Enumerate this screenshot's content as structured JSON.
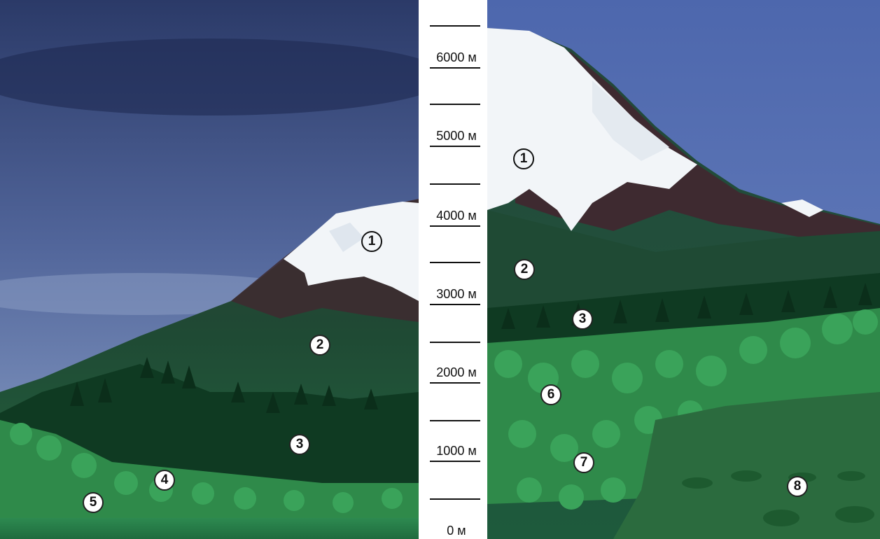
{
  "scale": {
    "labels": [
      "6000 м",
      "5000 м",
      "4000 м",
      "3000 м",
      "2000 м",
      "1000 м",
      "0 м"
    ]
  },
  "left_panel": {
    "zone_markers": [
      "1",
      "2",
      "3",
      "4",
      "5"
    ]
  },
  "right_panel": {
    "zone_markers": [
      "1",
      "2",
      "3",
      "6",
      "7",
      "8"
    ]
  },
  "colors": {
    "sky_dark": "#2d3e6e",
    "sky_light": "#6f84b0",
    "snow": "#f2f5f8",
    "rock": "#3e2a30",
    "alpine_meadow": "#1f4a34",
    "conifer": "#0f3a22",
    "deciduous": "#2f8a4a",
    "steppe": "#2b6b3e"
  }
}
